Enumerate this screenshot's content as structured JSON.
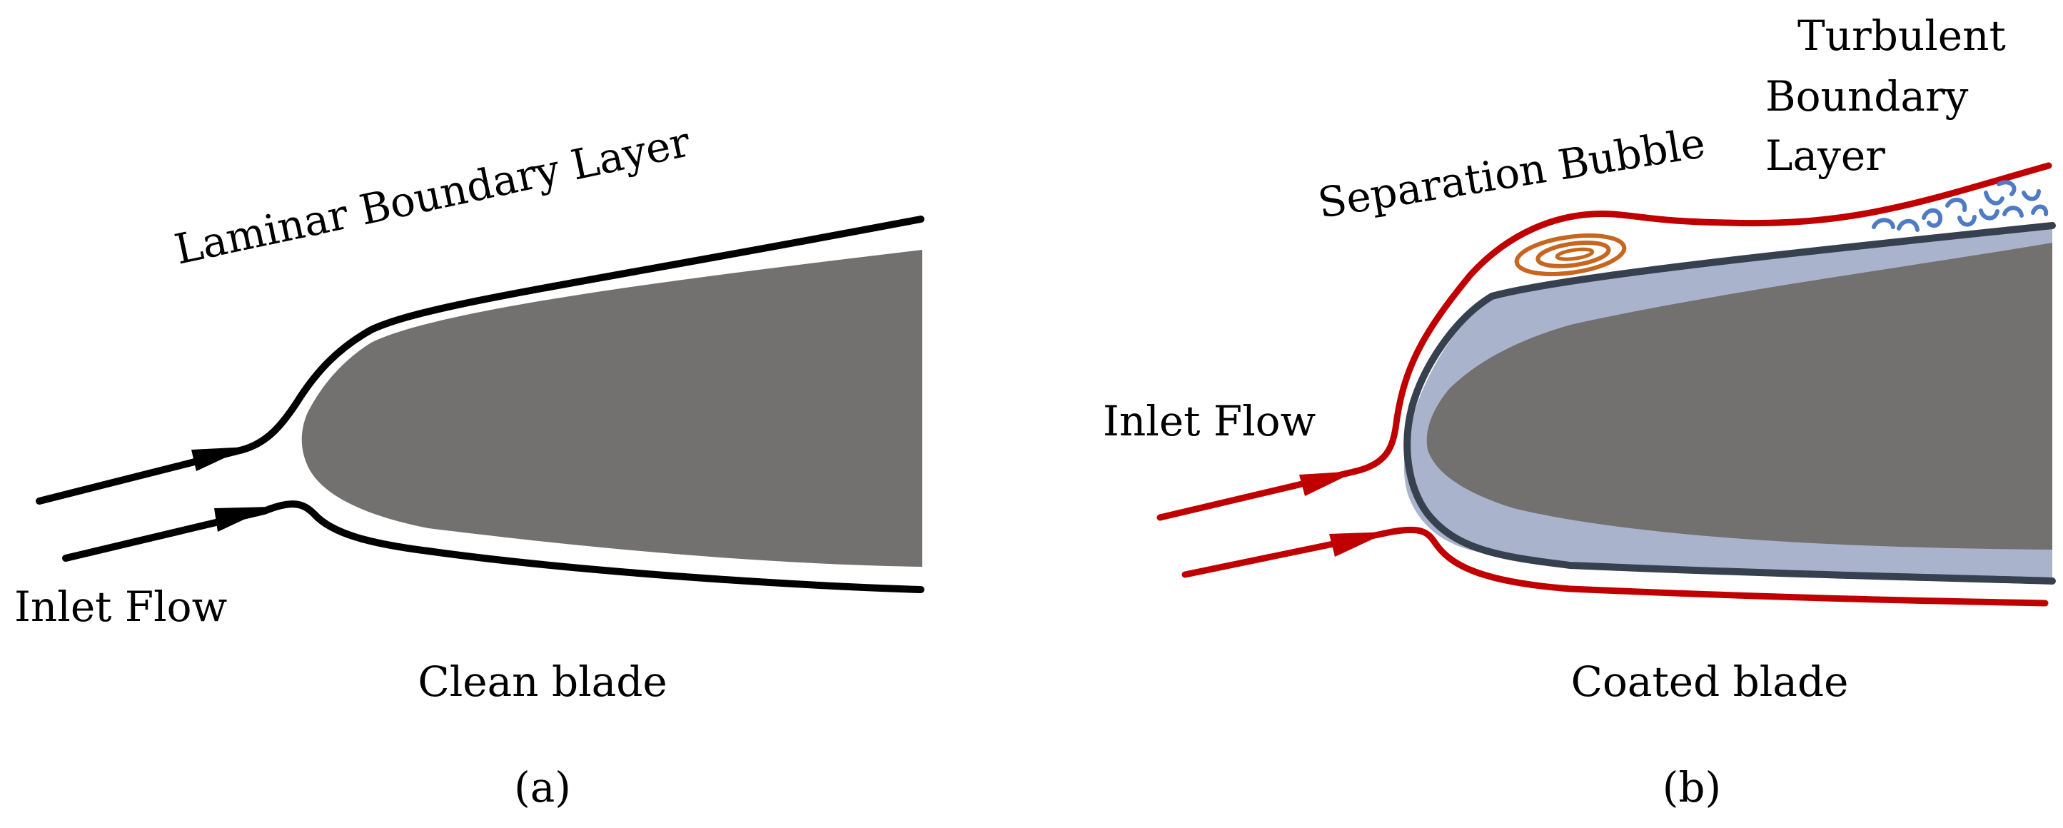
{
  "panel_a": {
    "boundary_layer_label": "Laminar Boundary Layer",
    "inlet_label": "Inlet Flow",
    "caption": "Clean blade",
    "panel_label": "(a)"
  },
  "panel_b": {
    "separation_label": "Separation Bubble",
    "turbulent_line1": "Turbulent",
    "turbulent_line2": "Boundary",
    "turbulent_line3": "Layer",
    "inlet_label": "Inlet Flow",
    "caption": "Coated blade",
    "panel_label": "(b)"
  },
  "colors": {
    "blade": "#737070",
    "coating": "#a9b4cc",
    "coating_edge": "#36404f",
    "streamline_a": "#000000",
    "streamline_b": "#c00000",
    "bubble": "#c7671f",
    "turbulence": "#4f7bc4"
  }
}
